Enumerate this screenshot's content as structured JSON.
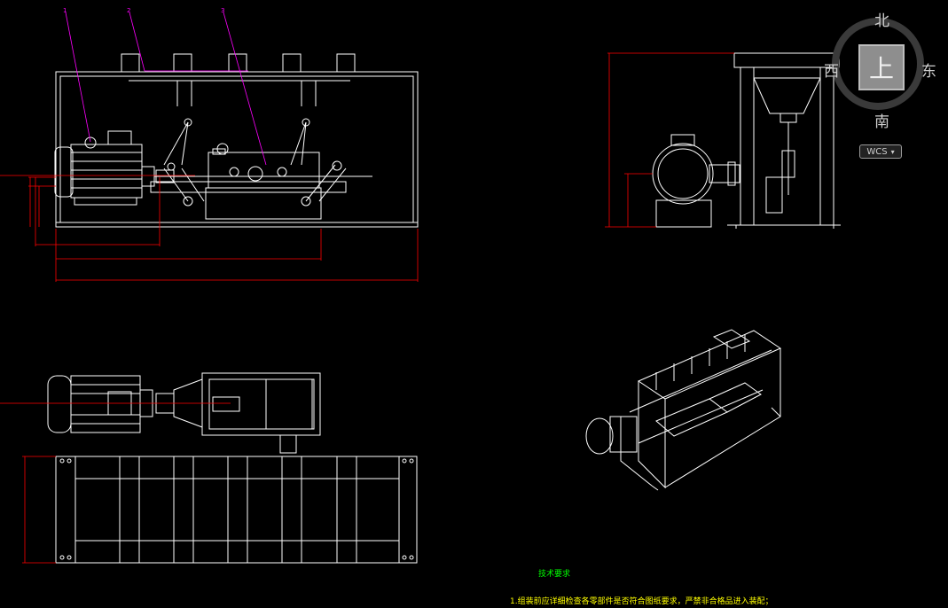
{
  "colors": {
    "background": "#000000",
    "geometry": "#ffffff",
    "dimension": "#ff0000",
    "leader": "#ff00ff",
    "notes_title": "#00ff00",
    "notes_text": "#ffff00"
  },
  "viewcube": {
    "north": "北",
    "south": "南",
    "east": "东",
    "west": "西",
    "face": "上"
  },
  "wcs": {
    "label": "WCS",
    "arrow": "▾"
  },
  "callouts": [
    "1",
    "2",
    "3"
  ],
  "notes": {
    "title": "技术要求",
    "line1": "1.组装前应详细检查各零部件是否符合图纸要求，严禁非合格品进入装配；"
  }
}
